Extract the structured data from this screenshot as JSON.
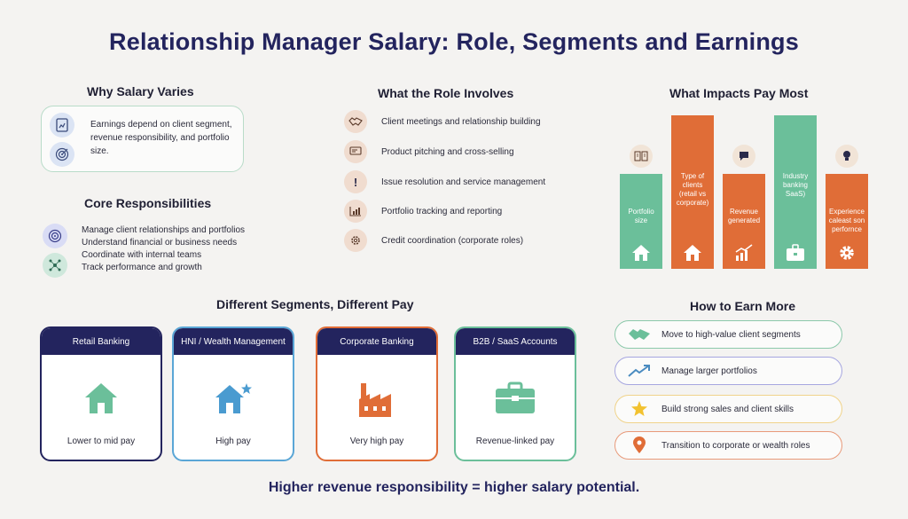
{
  "title": "Relationship Manager Salary: Role, Segments and Earnings",
  "why": {
    "heading": "Why Salary Varies",
    "text": "Earnings depend on client segment, revenue responsibility, and portfolio size."
  },
  "core": {
    "heading": "Core Responsibilities",
    "items": [
      "Manage client relationships and portfolios",
      "Understand financial or business needs",
      "Coordinate with internal teams",
      "Track performance and growth"
    ]
  },
  "role": {
    "heading": "What the Role Involves",
    "items": [
      {
        "label": "Client meetings and relationship building",
        "icon": "handshake-icon"
      },
      {
        "label": "Product pitching and cross-selling",
        "icon": "presentation-icon"
      },
      {
        "label": "Issue resolution and service management",
        "icon": "exclamation-icon"
      },
      {
        "label": "Portfolio tracking and reporting",
        "icon": "chart-report-icon"
      },
      {
        "label": "Credit coordination (corporate roles)",
        "icon": "gear-icon"
      }
    ]
  },
  "impact": {
    "heading": "What Impacts Pay Most",
    "bars": [
      {
        "label": "Portfolio size",
        "color": "#6bbf9a",
        "level": 0.62,
        "icon": "home-icon",
        "bubble": "portfolio-icon"
      },
      {
        "label": "Type of clients (retail vs corporate)",
        "color": "#e06d37",
        "level": 1.0,
        "icon": "home-icon",
        "bubble": ""
      },
      {
        "label": "Revenue generated",
        "color": "#e06d37",
        "level": 0.62,
        "icon": "growth-chart-icon",
        "bubble": "chat-icon"
      },
      {
        "label": "Industry banking SaaS)",
        "color": "#6bbf9a",
        "level": 1.0,
        "icon": "briefcase-icon",
        "bubble": ""
      },
      {
        "label": "Experience caleast son perfornce",
        "color": "#e06d37",
        "level": 0.62,
        "icon": "gear-icon",
        "bubble": "lightbulb-icon"
      }
    ]
  },
  "segments": {
    "heading": "Different Segments, Different Pay",
    "cards": [
      {
        "name": "Retail Banking",
        "pay": "Lower to mid pay",
        "border": "#23245e",
        "icon": "house-icon"
      },
      {
        "name": "HNI / Wealth Management",
        "pay": "High pay",
        "border": "#5aa6d6",
        "icon": "house-star-icon"
      },
      {
        "name": "Corporate Banking",
        "pay": "Very high pay",
        "border": "#e06d37",
        "icon": "factory-icon"
      },
      {
        "name": "B2B / SaaS Accounts",
        "pay": "Revenue-linked pay",
        "border": "#6bbf9a",
        "icon": "briefcase-icon"
      }
    ]
  },
  "earn": {
    "heading": "How to Earn More",
    "items": [
      {
        "label": "Move to high-value client segments",
        "border": "#8cc9ab",
        "icon": "handshake-icon"
      },
      {
        "label": "Manage larger portfolios",
        "border": "#a6a6e0",
        "icon": "trend-up-icon"
      },
      {
        "label": "Build strong sales and client skills",
        "border": "#f0d38a",
        "icon": "star-icon"
      },
      {
        "label": "Transition to corporate or wealth roles",
        "border": "#e89a7a",
        "icon": "location-pin-icon"
      }
    ]
  },
  "footer": "Higher revenue responsibility = higher salary potential."
}
